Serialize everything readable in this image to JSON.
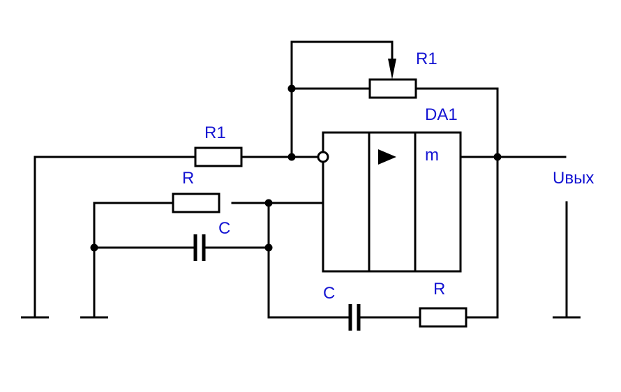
{
  "labels": {
    "r1_top": "R1",
    "r1_input": "R1",
    "da1": "DA1",
    "m": "m",
    "r_left": "R",
    "c_left": "C",
    "c_bottom": "C",
    "r_bottom": "R",
    "output": "Uвых"
  },
  "colors": {
    "label": "#1414d2",
    "wire": "#000000"
  }
}
